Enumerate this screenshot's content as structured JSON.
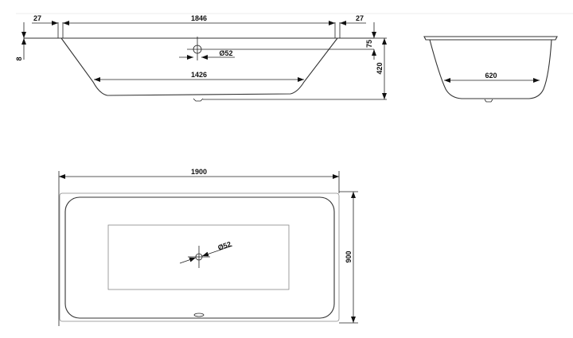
{
  "side_view": {
    "rim_left": "27",
    "inner_length": "1846",
    "rim_right": "27",
    "rim_thickness": "8",
    "drain_depth": "75",
    "drain_diameter": "Ø52",
    "bottom_length": "1426",
    "total_depth": "420"
  },
  "end_view": {
    "bottom_width": "620"
  },
  "top_view": {
    "total_length": "1900",
    "total_width": "900",
    "drain_diameter": "Ø52"
  }
}
